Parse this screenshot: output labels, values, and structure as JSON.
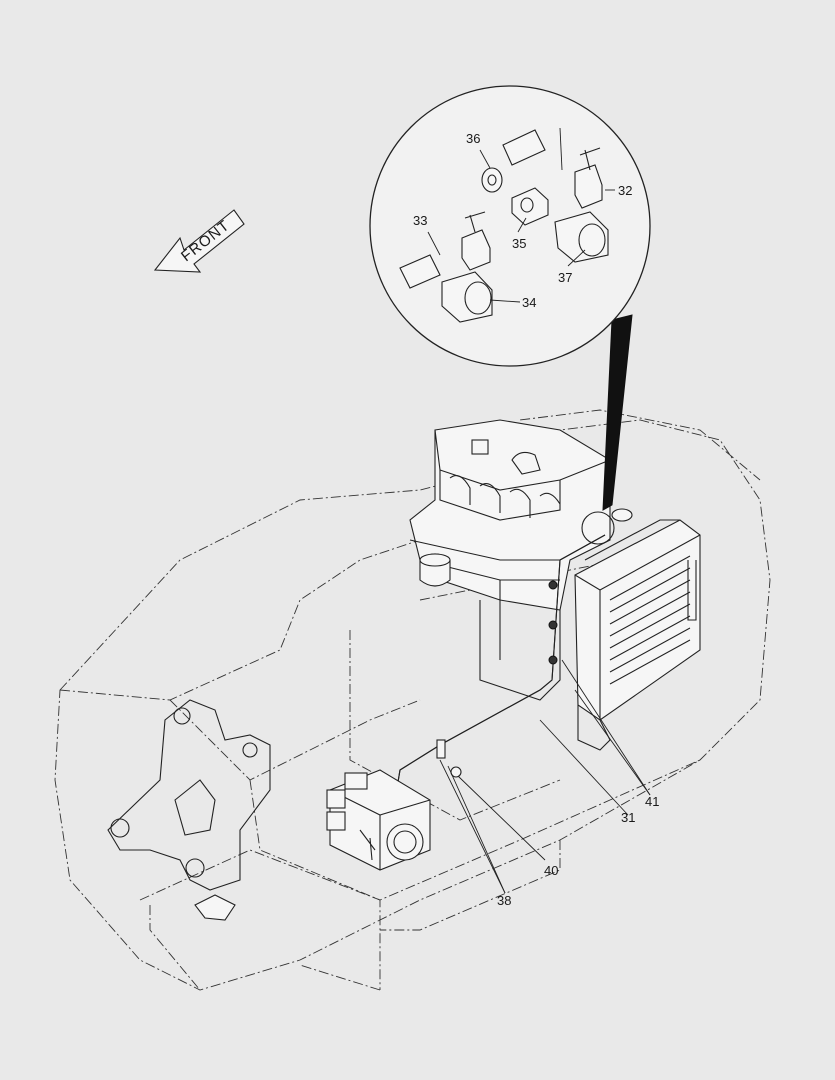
{
  "direction_label": "FRONT",
  "callouts": [
    {
      "id": "c31",
      "label": "31"
    },
    {
      "id": "c32",
      "label": "32"
    },
    {
      "id": "c33",
      "label": "33"
    },
    {
      "id": "c34",
      "label": "34"
    },
    {
      "id": "c35",
      "label": "35"
    },
    {
      "id": "c36",
      "label": "36"
    },
    {
      "id": "c37",
      "label": "37"
    },
    {
      "id": "c38",
      "label": "38"
    },
    {
      "id": "c40",
      "label": "40"
    },
    {
      "id": "c41",
      "label": "41"
    }
  ]
}
